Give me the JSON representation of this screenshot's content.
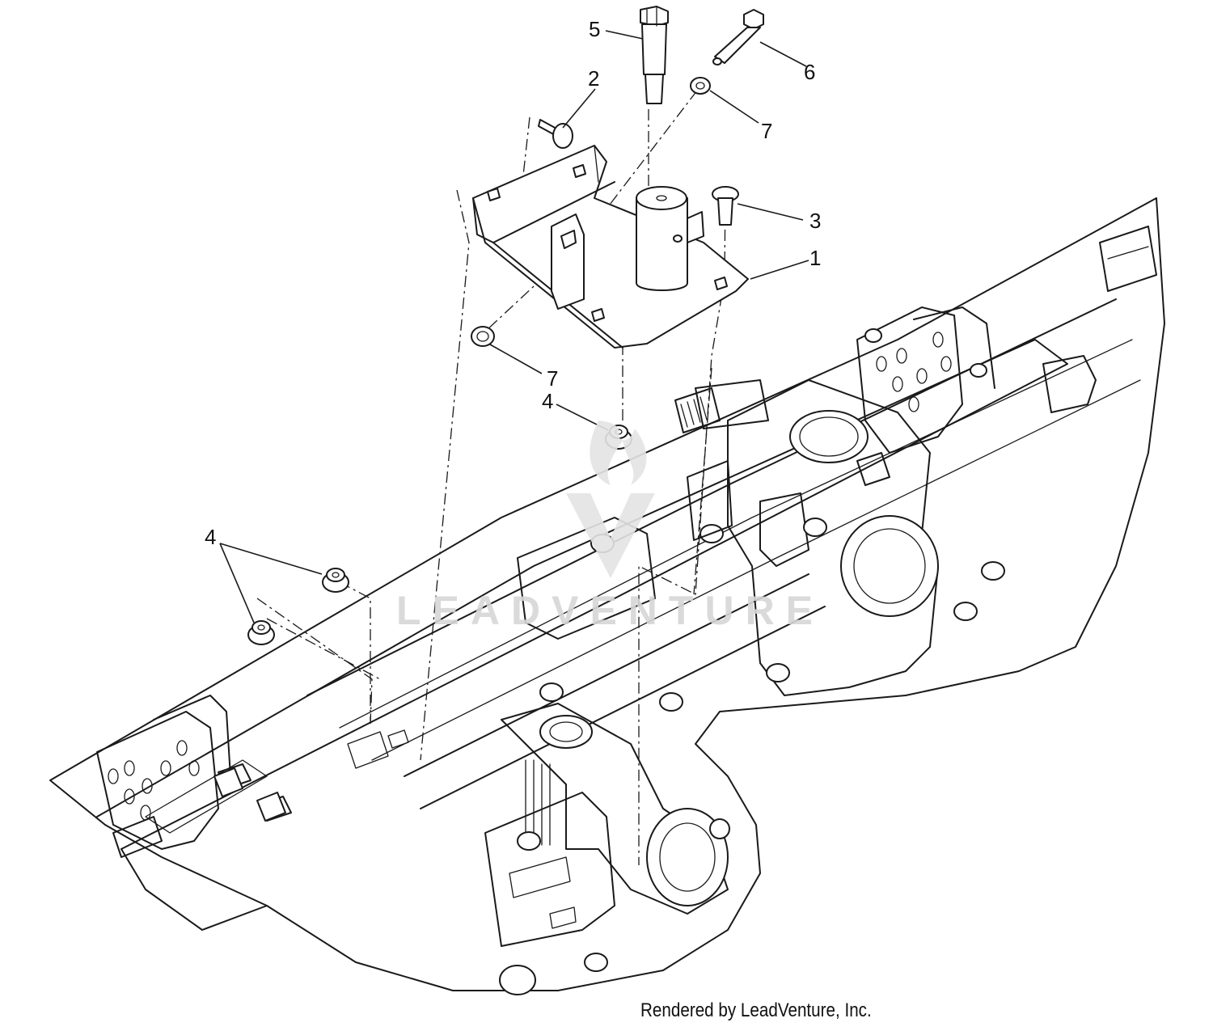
{
  "callouts": [
    {
      "id": "c5",
      "text": "5"
    },
    {
      "id": "c2",
      "text": "2"
    },
    {
      "id": "c6",
      "text": "6"
    },
    {
      "id": "c7a",
      "text": "7"
    },
    {
      "id": "c3",
      "text": "3"
    },
    {
      "id": "c1",
      "text": "1"
    },
    {
      "id": "c7b",
      "text": "7"
    },
    {
      "id": "c4a",
      "text": "4"
    },
    {
      "id": "c4b",
      "text": "4"
    }
  ],
  "watermark": {
    "text": "LEADVENTURE"
  },
  "footer": {
    "text": "Rendered by LeadVenture, Inc."
  },
  "colors": {
    "line": "#1a1a1a",
    "watermark": "#d6d6d6",
    "background": "#ffffff"
  }
}
